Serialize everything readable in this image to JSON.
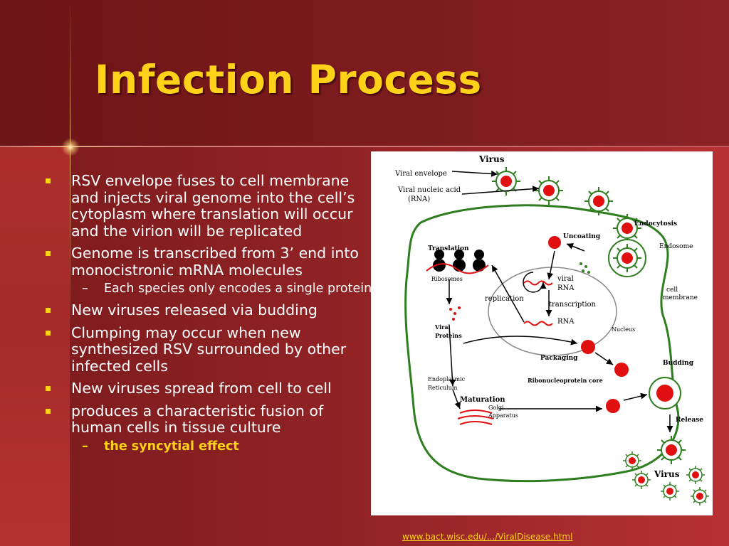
{
  "slide": {
    "title": "Infection Process",
    "bullets": [
      {
        "text": "RSV envelope fuses to cell membrane and injects viral genome into the cell’s cytoplasm where translation will occur and the virion will be replicated"
      },
      {
        "text": "Genome is transcribed from 3’ end into monocistronic mRNA molecules",
        "sub": [
          "Each species only encodes a single protein"
        ]
      },
      {
        "text": "New viruses released via budding"
      },
      {
        "text": "Clumping may occur when new synthesized RSV surrounded by other infected cells"
      },
      {
        "text": "New viruses spread from cell to cell"
      },
      {
        "text": "produces a characteristic fusion of human cells in tissue culture",
        "sub_highlight": [
          "the syncytial effect"
        ]
      }
    ],
    "dash": "–",
    "source_link": "www.bact.wisc.edu/.../ViralDisease.html"
  },
  "diagram": {
    "labels": {
      "virus_top": "Virus",
      "viral_envelope": "Viral envelope",
      "viral_nucleic_acid": "Viral nucleic acid",
      "rna_paren": "(RNA)",
      "endocytosis": "Endocytosis",
      "uncoating": "Uncoating",
      "endosome": "Endosome",
      "translation": "Translation",
      "ribosomes": "Ribosomes",
      "viral_rna_1": "viral",
      "viral_rna_2": "RNA",
      "replication": "replication",
      "transcription": "transcription",
      "rna": "RNA",
      "cell_membrane_1": "cell",
      "cell_membrane_2": "membrane",
      "viral_proteins_1": "Viral",
      "viral_proteins_2": "Proteins",
      "nucleus": "Nucleus",
      "packaging": "Packaging",
      "budding": "Budding",
      "er_1": "Endoplasmic",
      "er_2": "Reticulum",
      "rnp_core": "Ribonucleoprotein core",
      "maturation": "Maturation",
      "golgi_1": "Golgi",
      "golgi_2": "Apparatus",
      "release": "Release",
      "virus_bottom": "Virus"
    },
    "colors": {
      "virus_red": "#e01010",
      "membrane_green": "#2e7d1e"
    }
  }
}
